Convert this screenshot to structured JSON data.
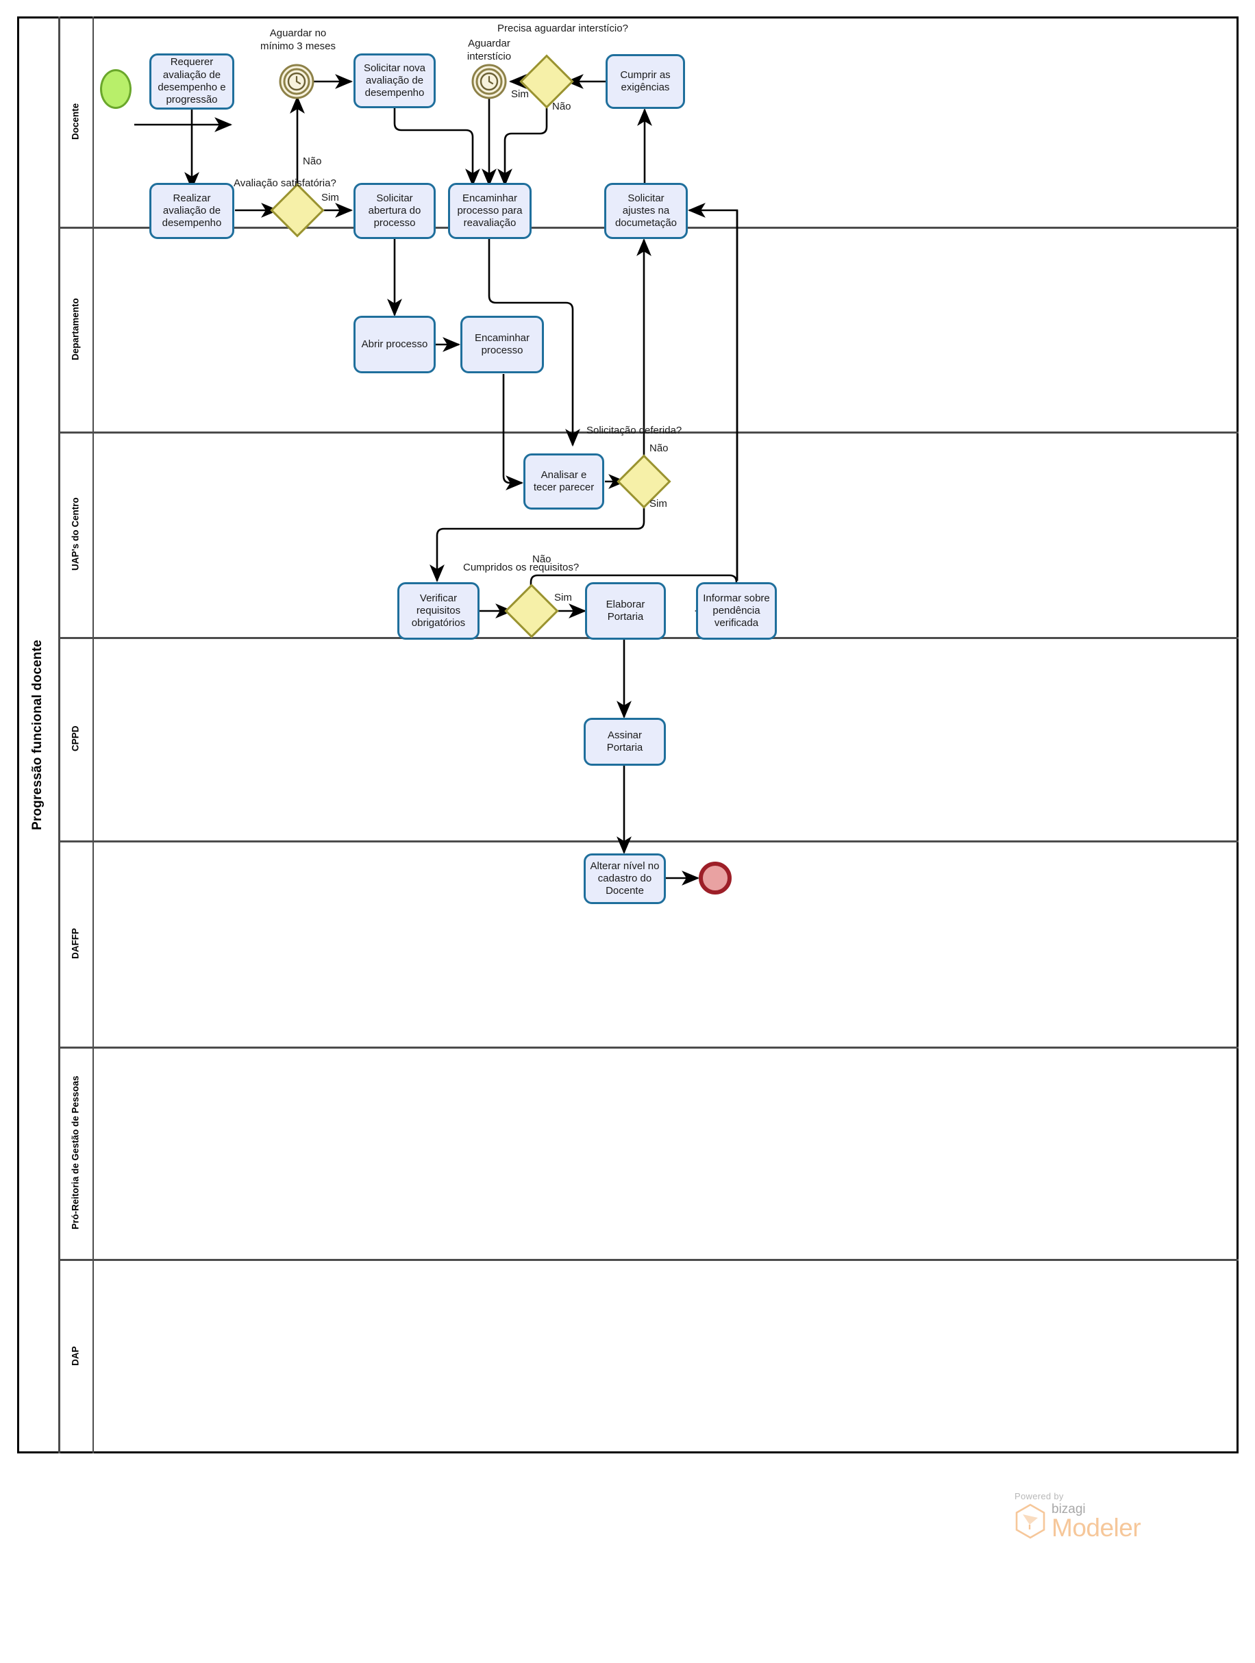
{
  "pool": {
    "title": "Progressão funcional docente"
  },
  "lanes": [
    {
      "label": "Docente"
    },
    {
      "label": "Departamento"
    },
    {
      "label": "UAP's do Centro"
    },
    {
      "label": "CPPD"
    },
    {
      "label": "DAFFP"
    },
    {
      "label": "Pró-Reitoria de Gestão de Pessoas"
    },
    {
      "label": "DAP"
    }
  ],
  "events": [
    {
      "type": "start",
      "name": "start-event",
      "label": ""
    },
    {
      "type": "timer",
      "name": "timer-aguardar-3-meses",
      "label": "Aguardar no mínimo 3 meses"
    },
    {
      "type": "timer",
      "name": "timer-aguardar-intersticio",
      "label": "Aguardar interstício"
    },
    {
      "type": "end",
      "name": "end-event",
      "label": ""
    }
  ],
  "tasks": [
    {
      "label": "Requerer avaliação de desempenho e progressão",
      "lane": "Docente"
    },
    {
      "label": "Solicitar nova avaliação de desempenho",
      "lane": "Docente"
    },
    {
      "label": "Cumprir as exigências",
      "lane": "Docente"
    },
    {
      "label": "Realizar avaliação de desempenho",
      "lane": "Departamento"
    },
    {
      "label": "Solicitar abertura do processo",
      "lane": "Departamento"
    },
    {
      "label": "Encaminhar processo para reavaliação",
      "lane": "Departamento"
    },
    {
      "label": "Solicitar ajustes na documetação",
      "lane": "Departamento"
    },
    {
      "label": "Abrir processo",
      "lane": "UAP's do Centro"
    },
    {
      "label": "Encaminhar processo",
      "lane": "UAP's do Centro"
    },
    {
      "label": "Analisar e tecer parecer",
      "lane": "CPPD"
    },
    {
      "label": "Verificar requisitos obrigatórios",
      "lane": "DAFFP"
    },
    {
      "label": "Elaborar Portaria",
      "lane": "DAFFP"
    },
    {
      "label": "Informar sobre pendência verificada",
      "lane": "DAFFP"
    },
    {
      "label": "Assinar Portaria",
      "lane": "Pró-Reitoria de Gestão de Pessoas"
    },
    {
      "label": "Alterar nível no cadastro do Docente",
      "lane": "DAP"
    }
  ],
  "gateways": [
    {
      "label": "Precisa aguardar interstício?",
      "lane": "Docente"
    },
    {
      "label": "Avaliação satisfatória?",
      "lane": "Departamento"
    },
    {
      "label": "Solicitação deferida?",
      "lane": "CPPD"
    },
    {
      "label": "Cumpridos os requisitos?",
      "lane": "DAFFP"
    }
  ],
  "flow_labels": {
    "aval_nao": "Não",
    "aval_sim": "Sim",
    "inter_sim": "Sim",
    "inter_nao": "Não",
    "defer_nao": "Não",
    "defer_sim": "Sim",
    "req_nao": "Não",
    "req_sim": "Sim"
  },
  "watermark": {
    "powered": "Powered by",
    "bizagi": "bizagi",
    "modeler": "Modeler"
  },
  "colors": {
    "task_fill": "#e8ecfb",
    "task_stroke": "#1f6f9c",
    "gateway_fill": "#f6f0a8",
    "gateway_stroke": "#9a9331",
    "start_fill": "#b8ef6a",
    "start_stroke": "#6aa72b",
    "end_fill": "#e9a2a2",
    "end_stroke": "#9d1f28",
    "timer_stroke": "#8d8148",
    "lane_line": "#4c4c4c",
    "flow_line": "#000000"
  }
}
